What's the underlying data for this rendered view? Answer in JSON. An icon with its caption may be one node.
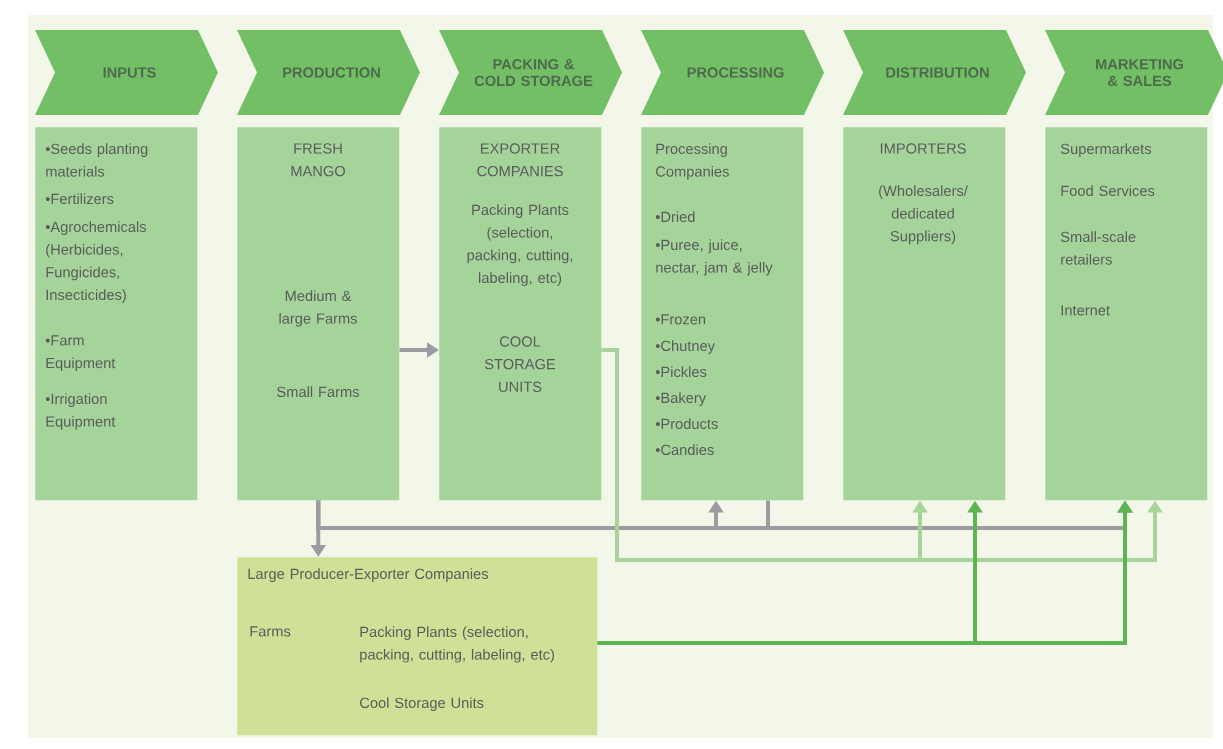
{
  "diagram": {
    "nodes": [
      {
        "text": [
          "INPUTS"
        ]
      },
      {
        "text": [
          "PRODUCTION"
        ]
      },
      {
        "text": [
          "PACKING & COLD STORAGE"
        ]
      },
      {
        "text": [
          "PROCESSING"
        ]
      },
      {
        "text": [
          "DISTRIBUTION"
        ]
      },
      {
        "text": [
          "MARKETING & SALES"
        ]
      },
      {
        "text": [
          "•Seeds planting materials",
          "•Fertilizers",
          "•Agrochemicals (Herbicides, Fungicides, Insecticides)",
          "•Farm Equipment",
          "•Irrigation Equipment"
        ]
      },
      {
        "text": [
          "FRESH MANGO",
          "Medium & large Farms",
          "Small Farms"
        ]
      },
      {
        "text": [
          "EXPORTER COMPANIES",
          "Packing Plants (selection, packing, cutting, labeling, etc)",
          "COOL STORAGE UNITS"
        ]
      },
      {
        "text": [
          "Processing Companies",
          "•Dried",
          "•Puree, juice, nectar, jam & jelly",
          "•Frozen",
          "•Chutney",
          "•Pickles",
          "•Bakery",
          "•Products",
          "•Candies"
        ]
      },
      {
        "text": [
          "IMPORTERS",
          "(Wholesalers/ dedicated Suppliers)"
        ]
      },
      {
        "text": [
          "Supermarkets",
          "Food Services",
          "Small-scale retailers",
          "Internet"
        ]
      },
      {
        "text": [
          "Large Producer-Exporter Companies",
          "Farms",
          "Packing Plants (selection, packing, cutting, labeling, etc)",
          "Cool Storage Units"
        ]
      }
    ],
    "edges": [
      {
        "from": 7,
        "to": 8,
        "arrow": "to"
      },
      {
        "from": 7,
        "to": 12,
        "arrow": "to"
      },
      {
        "from": 7,
        "to": 9,
        "arrow": "to"
      },
      {
        "from": 7,
        "to": 11,
        "arrow": "to"
      },
      {
        "from": 9,
        "to": 11,
        "arrow": "to"
      },
      {
        "from": 8,
        "to": 10,
        "arrow": "to",
        "color": "#a8d49c"
      },
      {
        "from": 8,
        "to": 11,
        "arrow": "to",
        "color": "#a8d49c"
      },
      {
        "from": 12,
        "to": 10,
        "arrow": "to",
        "color": "#5cb552"
      },
      {
        "from": 12,
        "to": 11,
        "arrow": "to",
        "color": "#5cb552"
      }
    ]
  }
}
